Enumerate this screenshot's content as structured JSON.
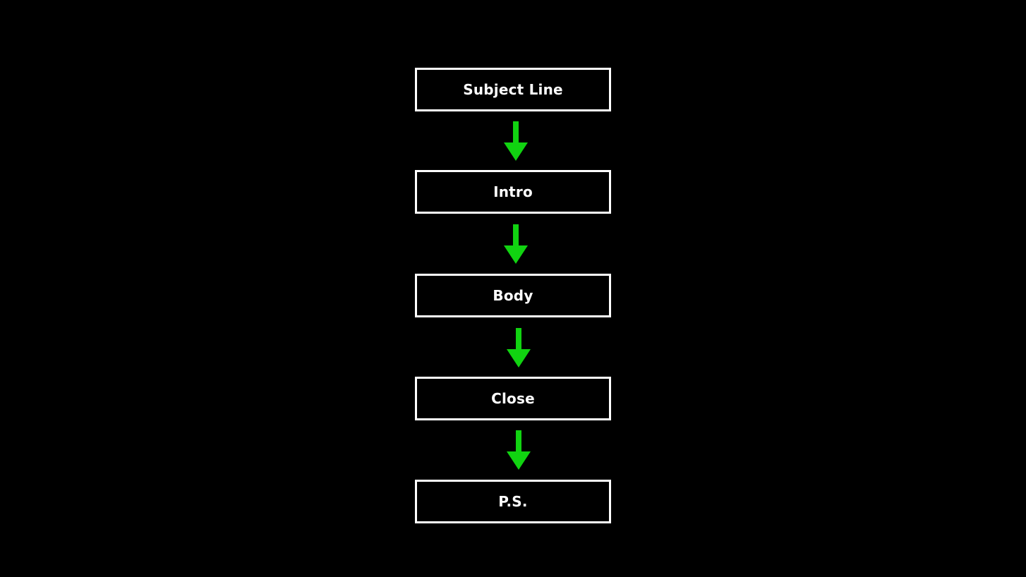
{
  "diagram": {
    "colors": {
      "background": "#000000",
      "box_border": "#ffffff",
      "text": "#ffffff",
      "arrow": "#11d311"
    },
    "steps": [
      {
        "label": "Subject Line"
      },
      {
        "label": "Intro"
      },
      {
        "label": "Body"
      },
      {
        "label": "Close"
      },
      {
        "label": "P.S."
      }
    ],
    "arrow_icon": "arrow-down-icon"
  }
}
